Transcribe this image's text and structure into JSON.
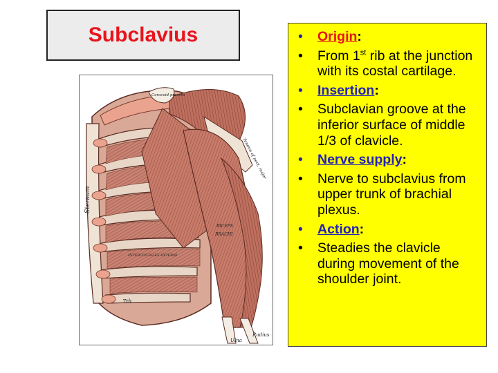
{
  "title": "Subclavius",
  "figure": {
    "labels": {
      "sternum": "Sternum",
      "coracoid": "Coracoid process",
      "tendon": "Tendon of pect. major",
      "biceps": "BICEPS",
      "brachialis": "BRACHI",
      "intercostal": "INTERCOSTALES EXTERNI",
      "rib7": "7th",
      "ulna": "Ulna",
      "radius": "Radius"
    }
  },
  "points": [
    {
      "bullet": "•",
      "key": "Origin",
      "colon": ":",
      "style": "origin"
    },
    {
      "bullet": "•",
      "pre": " From 1",
      "sup": "st",
      "post": " rib at the junction with its costal cartilage."
    },
    {
      "bullet": "•",
      "key": "Insertion",
      "colon": ":",
      "style": "blue"
    },
    {
      "bullet": "•",
      "text": " Subclavian groove at the inferior surface of middle 1/3 of clavicle."
    },
    {
      "bullet": "•",
      "key": "Nerve supply",
      "colon": ":",
      "style": "blue"
    },
    {
      "bullet": "•",
      "text": "Nerve to subclavius from upper trunk of brachial plexus."
    },
    {
      "bullet": "•",
      "key": "Action",
      "colon": ":",
      "style": "blue"
    },
    {
      "bullet": "•",
      "text": "Steadies the clavicle during movement of the shoulder joint."
    }
  ],
  "colors": {
    "title": "#e8141b",
    "panel": "#ffff00",
    "keyword_blue": "#2323b4",
    "muscle": "#c97b6a",
    "cartilage": "#e9a38e"
  }
}
